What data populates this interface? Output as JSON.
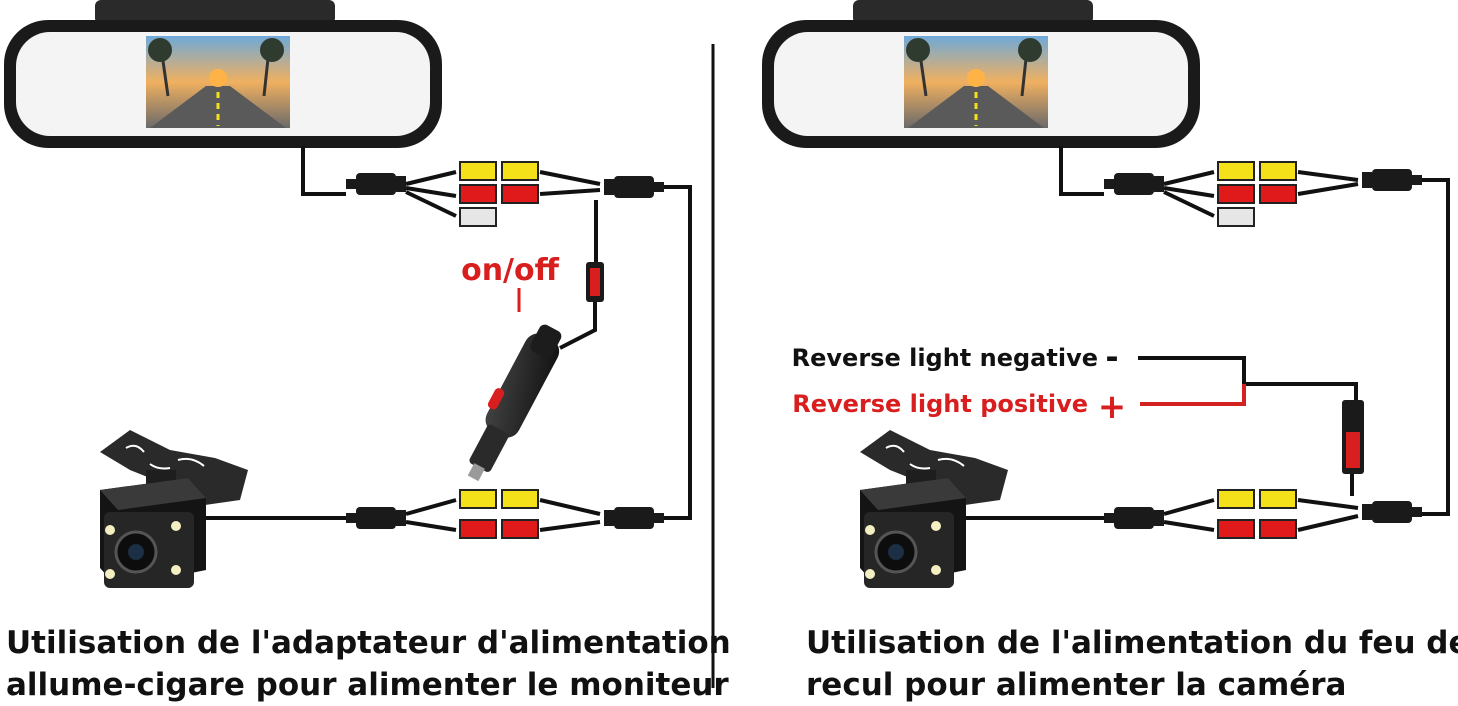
{
  "left_panel": {
    "switch_label": "on/off",
    "caption_line1": "Utilisation de l'adaptateur d'alimentation",
    "caption_line2": "allume-cigare pour alimenter le moniteur"
  },
  "right_panel": {
    "negative_label": "Reverse light negative",
    "negative_sign": "-",
    "positive_label": "Reverse light positive",
    "positive_sign": "+",
    "caption_line1": "Utilisation de l'alimentation du feu de",
    "caption_line2": "recul pour alimenter la caméra"
  },
  "colors": {
    "wire": "#111111",
    "red_wire": "#d32222",
    "label_red": "#d81e1e",
    "plug_yellow": "#f5e11a",
    "plug_red": "#e01a1a",
    "plug_white": "#e6e6e6"
  }
}
